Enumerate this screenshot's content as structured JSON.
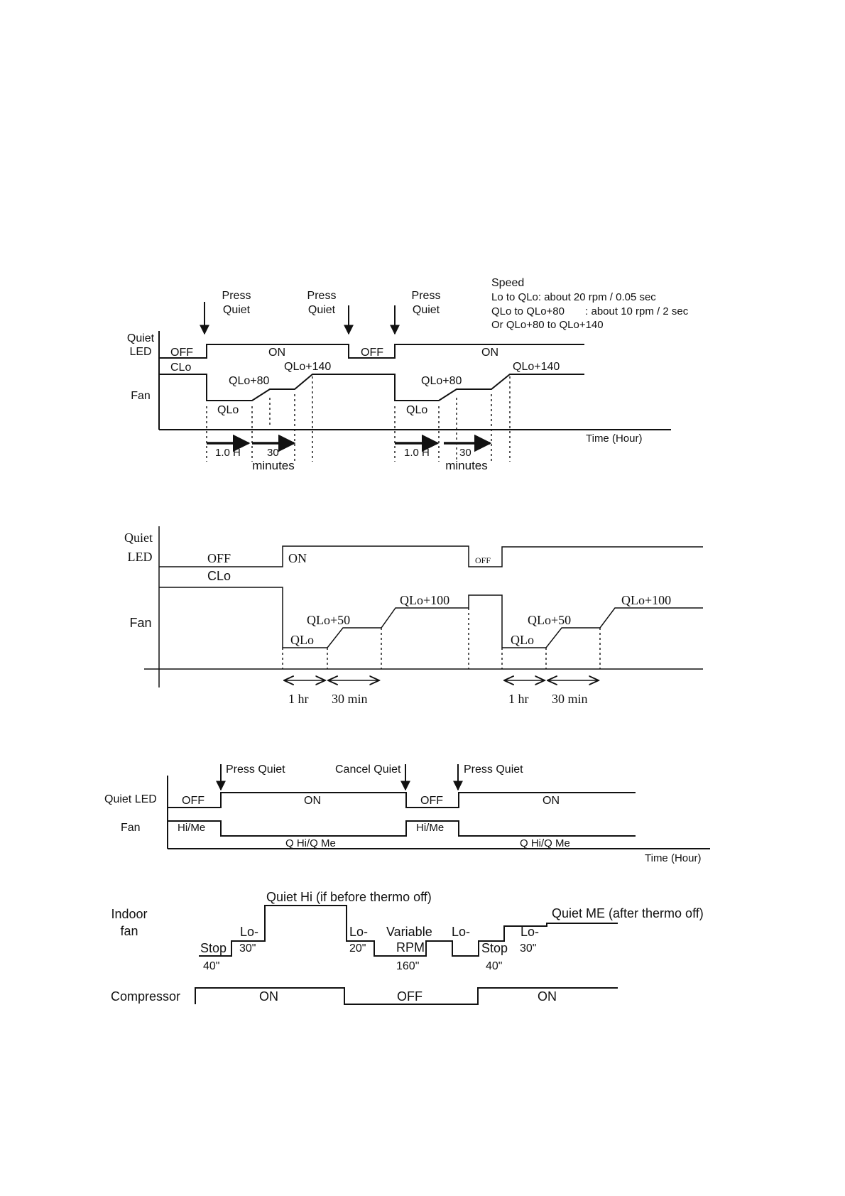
{
  "d1": {
    "press_quiet_1": [
      "Press",
      "Quiet"
    ],
    "press_quiet_2": [
      "Press",
      "Quiet"
    ],
    "press_quiet_3": [
      "Press",
      "Quiet"
    ],
    "speed": [
      "Speed",
      "Lo to QLo: about 20 rpm / 0.05 sec",
      "QLo to QLo+80       : about 10 rpm / 2 sec",
      "Or QLo+80 to QLo+140"
    ],
    "quiet_led": [
      "Quiet",
      "LED"
    ],
    "fan": "Fan",
    "off": "OFF",
    "on": "ON",
    "clo": "CLo",
    "qlo": "QLo",
    "qlo80": "QLo+80",
    "qlo140": "QLo+140",
    "dur_1h": "1.0 H",
    "dur_30": "30",
    "minutes": "minutes",
    "time_axis": "Time (Hour)"
  },
  "d2": {
    "quiet_led": [
      "Quiet",
      "LED"
    ],
    "fan": "Fan",
    "off": "OFF",
    "on": "ON",
    "clo": "CLo",
    "qlo": "QLo",
    "qlo50": "QLo+50",
    "qlo100": "QLo+100",
    "dur_1hr": "1 hr",
    "dur_30min": "30 min"
  },
  "d3": {
    "press_quiet": "Press Quiet",
    "cancel_quiet": "Cancel Quiet",
    "quiet_led": "Quiet LED",
    "fan": "Fan",
    "off": "OFF",
    "on": "ON",
    "himé": "Hi/Me",
    "qhi_qme": "Q Hi/Q Me",
    "time_axis": "Time (Hour)"
  },
  "d4": {
    "indoor_fan": [
      "Indoor",
      "fan"
    ],
    "quiet_hi": "Quiet Hi (if before thermo off)",
    "quiet_me": "Quiet ME (after thermo off)",
    "stop": "Stop",
    "lo": "Lo-",
    "t40": "40\"",
    "t30": "30\"",
    "t20": "20\"",
    "t160": "160\"",
    "variable": "Variable",
    "rpm": "RPM",
    "compressor": "Compressor",
    "on": "ON",
    "off": "OFF"
  }
}
